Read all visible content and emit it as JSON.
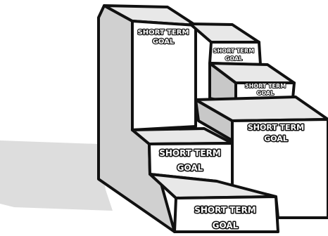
{
  "labels": [
    {
      "id": "goal-1",
      "line1": "SHORT TERM",
      "line2": "GOAL"
    },
    {
      "id": "goal-2",
      "line1": "SHORT TERM",
      "line2": "GOAL"
    },
    {
      "id": "goal-3",
      "line1": "SHORT TERM",
      "line2": "GOAL"
    },
    {
      "id": "goal-4",
      "line1": "SHORT TERM",
      "line2": "GOAL"
    },
    {
      "id": "goal-5",
      "line1": "SHORT TERM",
      "line2": "GOAL"
    }
  ],
  "colors": {
    "outline": "#111111",
    "face": "#ffffff",
    "side": "#cfcfcf",
    "top": "#e6e6e6",
    "shadow": "#dddddd"
  }
}
